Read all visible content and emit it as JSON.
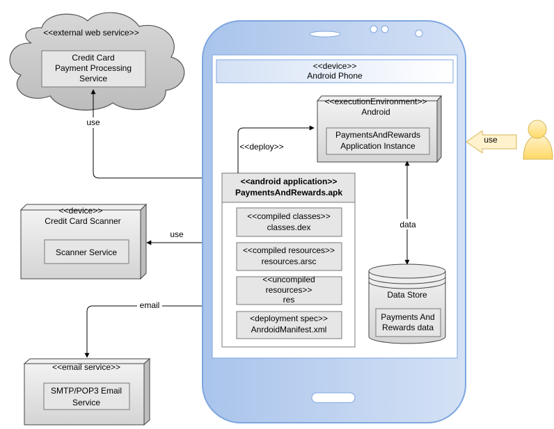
{
  "cloud": {
    "stereotype": "<<external web service>>",
    "service_lines": [
      "Credit Card",
      "Payment Processing",
      "Service"
    ]
  },
  "scanner": {
    "stereotype": "<<device>>",
    "title": "Credit Card Scanner",
    "service": "Scanner Service"
  },
  "email": {
    "stereotype": "<<email service>>",
    "service_lines": [
      "SMTP/POP3 Email",
      "Service"
    ]
  },
  "phone": {
    "stereotype": "<<device>>",
    "title": "Android Phone"
  },
  "exec_env": {
    "stereotype": "<<executionEnvironment>>",
    "title": "Android",
    "instance_lines": [
      "PaymentsAndRewards",
      "Application Instance"
    ]
  },
  "apk": {
    "stereotype": "<<android application>>",
    "title": "PaymentsAndRewards.apk",
    "artifacts": [
      {
        "lines": [
          "<<compiled classes>>",
          "classes.dex"
        ]
      },
      {
        "lines": [
          "<<compiled resources>>",
          "resources.arsc"
        ]
      },
      {
        "lines": [
          "<<uncompiled",
          "resources>>",
          "res"
        ]
      },
      {
        "lines": [
          "<deployment spec>>",
          "AnrdoidManifest.xml"
        ]
      }
    ]
  },
  "datastore": {
    "title": "Data Store",
    "item_lines": [
      "Payments And",
      "Rewards data"
    ]
  },
  "edges": {
    "cloud_use": "use",
    "scanner_use": "use",
    "email": "email",
    "deploy": "<<deploy>>",
    "data": "data",
    "actor_use": "use"
  },
  "colors": {
    "phone_fill": "#a9c4eb",
    "phone_stroke": "#7ea6e0",
    "node_fill": "#e6e6e6",
    "actor_fill": "#ffd966",
    "actor_stroke": "#d6b656",
    "arrow_fill": "#fff2cc"
  }
}
